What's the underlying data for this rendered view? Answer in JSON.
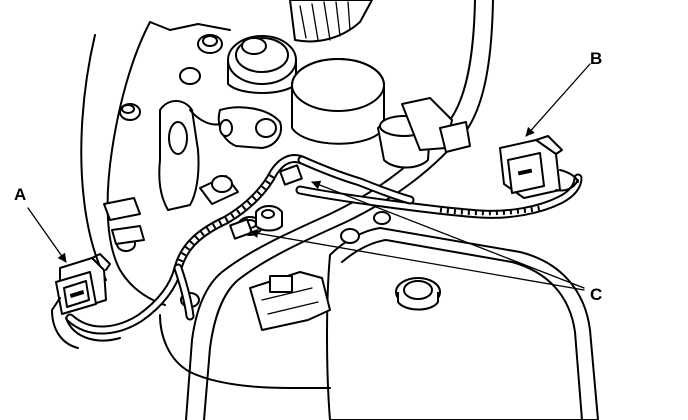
{
  "diagram": {
    "callouts": {
      "a": {
        "label": "A"
      },
      "b": {
        "label": "B"
      },
      "c": {
        "label": "C"
      }
    },
    "colors": {
      "ink": "#000000",
      "paper": "#ffffff"
    }
  }
}
